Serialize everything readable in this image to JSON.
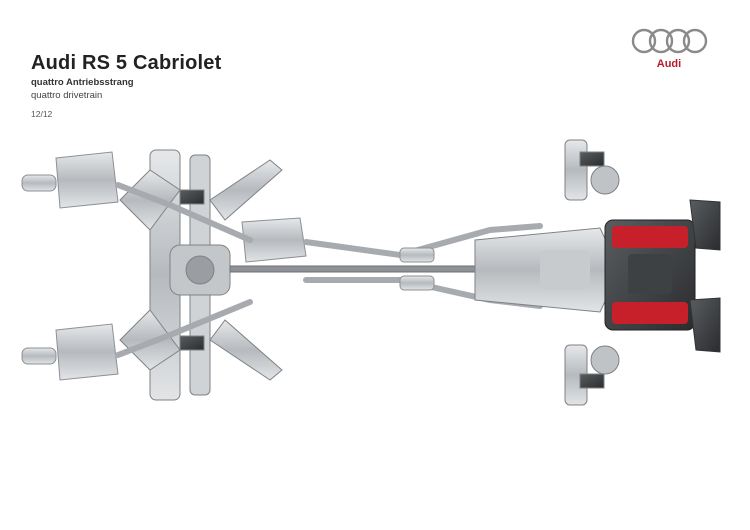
{
  "header": {
    "title": "Audi RS 5 Cabriolet",
    "subtitle_de": "quattro Antriebsstrang",
    "subtitle_en": "quattro drivetrain",
    "page": "12/12"
  },
  "brand": {
    "name": "Audi",
    "logo_color": "#b41e2a",
    "rings_color": "#8a8a8a"
  },
  "illustration": {
    "accent_color": "#c8202a",
    "metal_color": "#b8bcc0"
  }
}
